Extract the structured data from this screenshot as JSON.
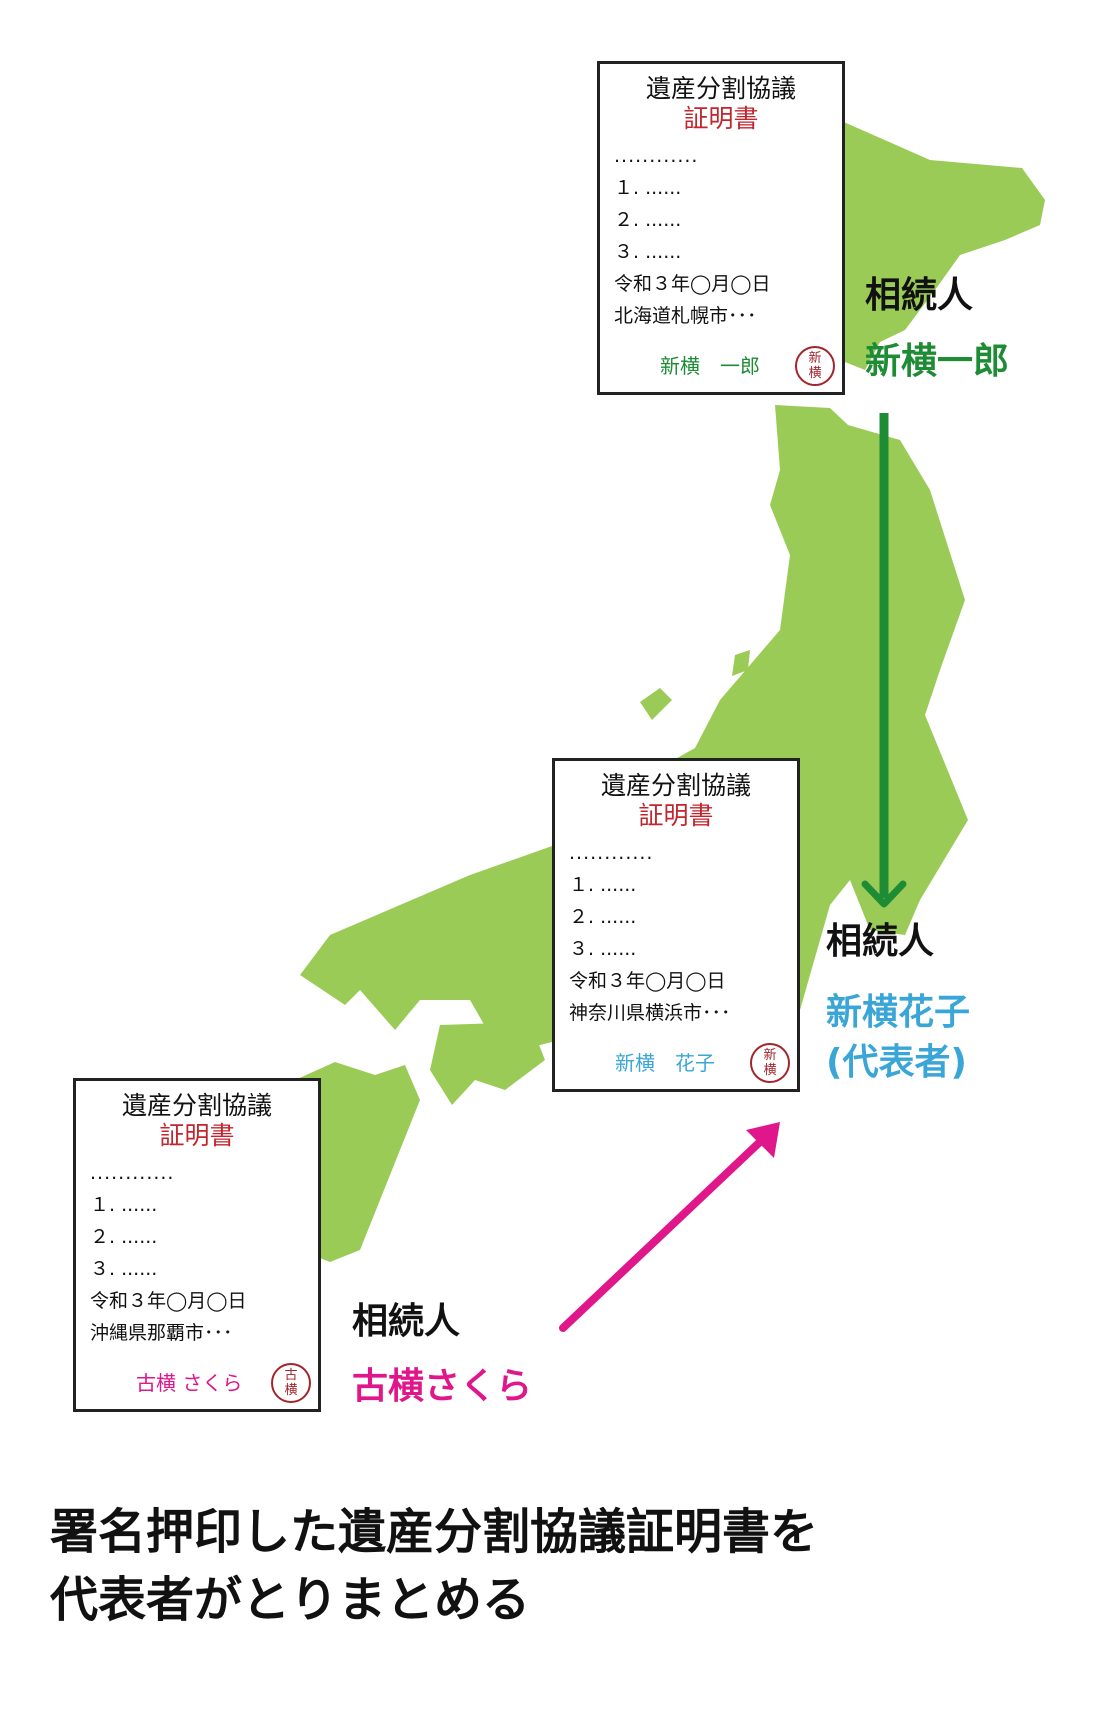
{
  "colors": {
    "land": "#9acb56",
    "seal": "#a3252b",
    "heading_red": "#c0262d",
    "green": "#1e8c34",
    "blue": "#3aa6d8",
    "magenta": "#e0168b",
    "text": "#111111"
  },
  "documents": [
    {
      "title": "遺産分割協議",
      "subtitle": "証明書",
      "dots": "............",
      "item1": "１. ......",
      "item2": "２. ......",
      "item3": "３. ......",
      "date": "令和３年◯月◯日",
      "address": "北海道札幌市･･･",
      "signer": "新横　一郎",
      "seal_top": "新",
      "seal_bottom": "横"
    },
    {
      "title": "遺産分割協議",
      "subtitle": "証明書",
      "dots": "............",
      "item1": "１. ......",
      "item2": "２. ......",
      "item3": "３. ......",
      "date": "令和３年◯月◯日",
      "address": "神奈川県横浜市･･･",
      "signer": "新横　花子",
      "seal_top": "新",
      "seal_bottom": "横"
    },
    {
      "title": "遺産分割協議",
      "subtitle": "証明書",
      "dots": "............",
      "item1": "１. ......",
      "item2": "２. ......",
      "item3": "３. ......",
      "date": "令和３年◯月◯日",
      "address": "沖縄県那覇市･･･",
      "signer": "古横 さくら",
      "seal_top": "古",
      "seal_bottom": "横"
    }
  ],
  "heirs": [
    {
      "role": "相続人",
      "name": "新横一郎"
    },
    {
      "role": "相続人",
      "name": "新横花子",
      "note": "(代表者)"
    },
    {
      "role": "相続人",
      "name": "古横さくら"
    }
  ],
  "caption": {
    "line1": "署名押印した遺産分割協議証明書を",
    "line2": "代表者がとりまとめる"
  }
}
